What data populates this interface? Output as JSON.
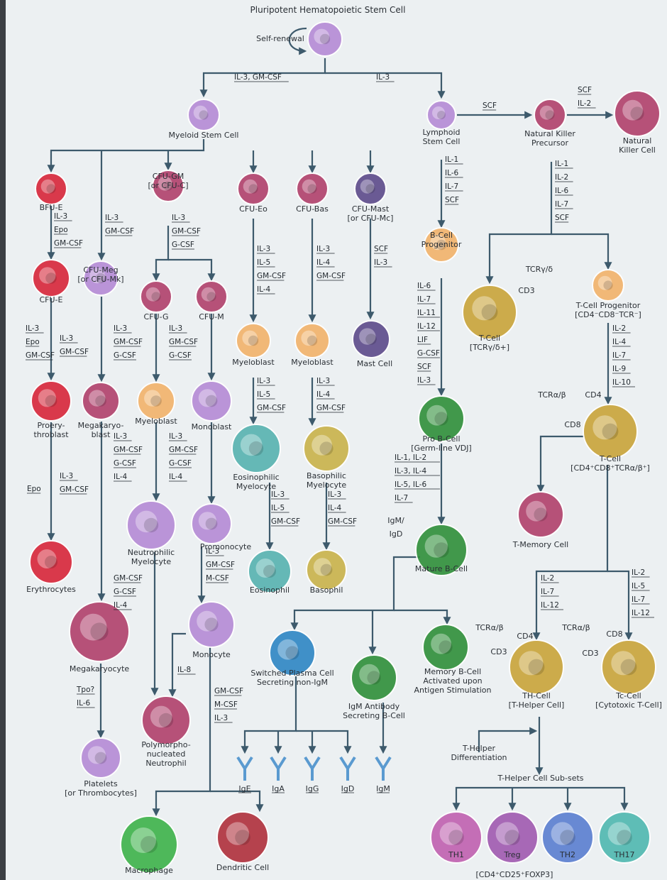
{
  "title": "Pluripotent Hematopoietic Stem Cell",
  "colors": {
    "edge": "#3d5a6c",
    "stem": "#b58bd6",
    "rbc": "#d8263a",
    "myeloid_blast": "#f2b36a",
    "eosinophil": "#57b3b0",
    "basophil": "#c9b24a",
    "mast": "#5c4a8a",
    "lymph_green": "#2f8f3a",
    "tcell": "#c9a43a",
    "nk": "#b1406b",
    "plasma": "#2e86c4",
    "macrophage": "#3db24a",
    "dendritic": "#b0303c",
    "th1": "#c060b0",
    "treg": "#a05ab0",
    "th2": "#5a7ed0",
    "th17": "#4fb8b0"
  },
  "nodes": [
    {
      "id": "hsc",
      "label": "",
      "color": "stem"
    },
    {
      "id": "myeloid",
      "label": "Myeloid Stem Cell",
      "color": "stem"
    },
    {
      "id": "lymphoid",
      "label": "Lymphoid\nStem Cell",
      "color": "stem"
    },
    {
      "id": "nkp",
      "label": "Natural Killer\nPrecursor",
      "color": "nk"
    },
    {
      "id": "nk",
      "label": "Natural\nKiller Cell",
      "color": "nk"
    },
    {
      "id": "bfue",
      "label": "BFU-E",
      "color": "rbc"
    },
    {
      "id": "cfugm",
      "label": "CFU-GM\n[or CFU-C]",
      "color": "nk"
    },
    {
      "id": "cfueo",
      "label": "CFU-Eo",
      "color": "nk"
    },
    {
      "id": "cfubas",
      "label": "CFU-Bas",
      "color": "nk"
    },
    {
      "id": "cfumast",
      "label": "CFU-Mast\n[or CFU-Mc]",
      "color": "mast"
    },
    {
      "id": "cfue",
      "label": "CFU-E",
      "color": "rbc"
    },
    {
      "id": "cfumeg",
      "label": "CFU-Meg\n[or CFU-Mk]",
      "color": "stem"
    },
    {
      "id": "cfug",
      "label": "CFU-G",
      "color": "nk"
    },
    {
      "id": "cfum",
      "label": "CFU-M",
      "color": "nk"
    },
    {
      "id": "myeloblast_eo",
      "label": "Myeloblast",
      "color": "myeloid_blast"
    },
    {
      "id": "myeloblast_bas",
      "label": "Myeloblast",
      "color": "myeloid_blast"
    },
    {
      "id": "mast",
      "label": "Mast Cell",
      "color": "mast"
    },
    {
      "id": "bprog",
      "label": "B-Cell\nProgenitor",
      "color": "myeloid_blast"
    },
    {
      "id": "tcell_gd",
      "label": "T-Cell\n[TCRγ/δ+]",
      "color": "tcell"
    },
    {
      "id": "tprog",
      "label": "T-Cell Progenitor\n[CD4⁻CD8⁻TCR⁻]",
      "color": "myeloid_blast"
    },
    {
      "id": "proery",
      "label": "Proery-\nthroblast",
      "color": "rbc"
    },
    {
      "id": "megablast",
      "label": "Megakaryo-\nblast",
      "color": "nk"
    },
    {
      "id": "myeloblast_g",
      "label": "Myeloblast",
      "color": "myeloid_blast"
    },
    {
      "id": "monoblast",
      "label": "Monoblast",
      "color": "stem"
    },
    {
      "id": "eo_myelo",
      "label": "Eosinophilic\nMyelocyte",
      "color": "eosinophil"
    },
    {
      "id": "bas_myelo",
      "label": "Basophilic\nMyelocyte",
      "color": "basophil"
    },
    {
      "id": "probcell",
      "label": "Pro B-Cell\n[Germ-line VDJ]",
      "color": "lymph_green"
    },
    {
      "id": "tcell_ab",
      "label": "T-Cell\n[CD4⁺CD8⁺TCRα/β⁺]",
      "color": "tcell"
    },
    {
      "id": "erythro",
      "label": "Erythrocytes",
      "color": "rbc"
    },
    {
      "id": "neut_myelo",
      "label": "Neutrophilic\nMyelocyte",
      "color": "stem"
    },
    {
      "id": "promono",
      "label": "Promonocyte",
      "color": "stem"
    },
    {
      "id": "eosinophil",
      "label": "Eosinophil",
      "color": "eosinophil"
    },
    {
      "id": "basophil",
      "label": "Basophil",
      "color": "basophil"
    },
    {
      "id": "matureb",
      "label": "Mature B-Cell",
      "color": "lymph_green"
    },
    {
      "id": "tmem",
      "label": "T-Memory Cell",
      "color": "nk"
    },
    {
      "id": "megakaryocyte",
      "label": "Megakaryocyte",
      "color": "nk"
    },
    {
      "id": "monocyte",
      "label": "Monocyte",
      "color": "stem"
    },
    {
      "id": "plasma",
      "label": "Switched Plasma Cell\nSecreting non-IgM",
      "color": "plasma"
    },
    {
      "id": "igmb",
      "label": "IgM Antibody\nSecreting B-Cell",
      "color": "lymph_green"
    },
    {
      "id": "memb",
      "label": "Memory B-Cell\nActivated upon\nAntigen Stimulation",
      "color": "lymph_green"
    },
    {
      "id": "th",
      "label": "TH-Cell\n[T-Helper Cell]",
      "color": "tcell"
    },
    {
      "id": "tc",
      "label": "Tc-Cell\n[Cytotoxic T-Cell]",
      "color": "tcell"
    },
    {
      "id": "platelets",
      "label": "Platelets\n[or Thrombocytes]",
      "color": "stem"
    },
    {
      "id": "pmn",
      "label": "Polymorpho-\nnucleated\nNeutrophil",
      "color": "nk"
    },
    {
      "id": "macrophage",
      "label": "Macrophage",
      "color": "macrophage"
    },
    {
      "id": "dendritic",
      "label": "Dendritic Cell",
      "color": "dendritic"
    },
    {
      "id": "th1",
      "label": "TH1",
      "color": "th1"
    },
    {
      "id": "treg",
      "label": "Treg",
      "color": "treg"
    },
    {
      "id": "th2",
      "label": "TH2",
      "color": "th2"
    },
    {
      "id": "th17",
      "label": "TH17",
      "color": "th17"
    }
  ],
  "annotations": {
    "self_renewal": "Self-renewal",
    "th_diff": "T-Helper\nDifferentiation",
    "th_subsets": "T-Helper Cell Sub-sets",
    "treg_marker": "[CD4⁺CD25⁺FOXP3]",
    "antibodies": [
      "IgE",
      "IgA",
      "IgG",
      "IgD",
      "IgM"
    ],
    "igm_igd": [
      "IgM/",
      "IgD"
    ],
    "tcr_gd": "TCRγ/δ",
    "cd3": "CD3",
    "tcr_ab": "TCRα/β",
    "cd4": "CD4",
    "cd8": "CD8"
  },
  "factors": {
    "hsc_myeloid": [
      "IL-3, GM-CSF"
    ],
    "hsc_lymphoid": [
      "IL-3"
    ],
    "lymph_nkp": [
      "SCF"
    ],
    "nkp_nk": [
      "SCF",
      "IL-2"
    ],
    "bfue_cfue": [
      "IL-3",
      "Epo",
      "GM-CSF"
    ],
    "myeloid_meg": [
      "IL-3",
      "GM-CSF"
    ],
    "cfugm_split": [
      "IL-3",
      "GM-CSF",
      "G-CSF"
    ],
    "cfueo_mb": [
      "IL-3",
      "IL-5",
      "GM-CSF",
      "IL-4"
    ],
    "cfubas_mb": [
      "IL-3",
      "IL-4",
      "GM-CSF"
    ],
    "cfumast_mast": [
      "SCF",
      "IL-3"
    ],
    "lymph_bprog": [
      "IL-1",
      "IL-6",
      "IL-7",
      "SCF"
    ],
    "nkp_t": [
      "IL-1",
      "IL-2",
      "IL-6",
      "IL-7",
      "SCF"
    ],
    "cfue_proery": [
      "IL-3",
      "Epo",
      "GM-CSF"
    ],
    "cfumeg_megablast": [
      "IL-3",
      "GM-CSF"
    ],
    "cfug_mb": [
      "IL-3",
      "GM-CSF",
      "G-CSF"
    ],
    "cfum_mono": [
      "IL-3",
      "GM-CSF",
      "G-CSF"
    ],
    "bprog_prob": [
      "IL-6",
      "IL-7",
      "IL-11",
      "IL-12",
      "LIF",
      "G-CSF",
      "SCF",
      "IL-3"
    ],
    "tprog_tab": [
      "IL-2",
      "IL-4",
      "IL-7",
      "IL-9",
      "IL-10"
    ],
    "eomb_myelo": [
      "IL-3",
      "IL-5",
      "GM-CSF"
    ],
    "basmb_myelo": [
      "IL-3",
      "IL-4",
      "GM-CSF"
    ],
    "proery_ery": [
      "Epo"
    ],
    "megablast_mk": [
      "IL-3",
      "GM-CSF"
    ],
    "mbg_neut": [
      "IL-3",
      "GM-CSF",
      "G-CSF",
      "IL-4"
    ],
    "monoblast_promono": [
      "IL-3",
      "GM-CSF",
      "G-CSF",
      "IL-4"
    ],
    "prob_mature": [
      "IL-1, IL-2",
      "IL-3, IL-4",
      "IL-5, IL-6",
      "IL-7"
    ],
    "eomyelo_eo": [
      "IL-3",
      "IL-5",
      "GM-CSF"
    ],
    "basmyelo_bas": [
      "IL-3",
      "IL-4",
      "GM-CSF"
    ],
    "promono_mono": [
      "IL-3",
      "GM-CSF",
      "M-CSF"
    ],
    "neutmyelo_pmn": [
      "GM-CSF",
      "G-CSF",
      "IL-4"
    ],
    "tab_th": [
      "IL-2",
      "IL-7",
      "IL-12"
    ],
    "tab_tc": [
      "IL-2",
      "IL-5",
      "IL-7",
      "IL-12"
    ],
    "mk_platelets": [
      "Tpo?",
      "IL-6"
    ],
    "mono_pmn": [
      "IL-8"
    ],
    "mono_mac": [
      "GM-CSF",
      "M-CSF",
      "IL-3"
    ]
  }
}
